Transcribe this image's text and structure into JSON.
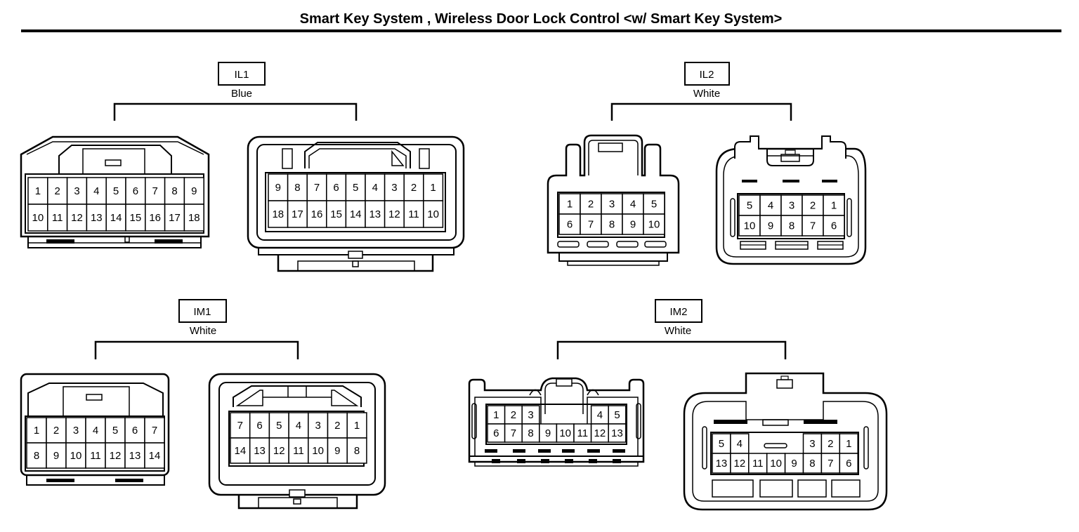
{
  "title": "Smart Key System , Wireless Door Lock Control <w/ Smart Key System>",
  "connectors": [
    {
      "tag": "IL1",
      "color": "Blue",
      "male": {
        "rows": [
          [
            "1",
            "2",
            "3",
            "4",
            "5",
            "6",
            "7",
            "8",
            "9"
          ],
          [
            "10",
            "11",
            "12",
            "13",
            "14",
            "15",
            "16",
            "17",
            "18"
          ]
        ]
      },
      "female": {
        "rows": [
          [
            "9",
            "8",
            "7",
            "6",
            "5",
            "4",
            "3",
            "2",
            "1"
          ],
          [
            "18",
            "17",
            "16",
            "15",
            "14",
            "13",
            "12",
            "11",
            "10"
          ]
        ]
      }
    },
    {
      "tag": "IL2",
      "color": "White",
      "male": {
        "rows": [
          [
            "1",
            "2",
            "3",
            "4",
            "5"
          ],
          [
            "6",
            "7",
            "8",
            "9",
            "10"
          ]
        ]
      },
      "female": {
        "rows": [
          [
            "5",
            "4",
            "3",
            "2",
            "1"
          ],
          [
            "10",
            "9",
            "8",
            "7",
            "6"
          ]
        ]
      }
    },
    {
      "tag": "IM1",
      "color": "White",
      "male": {
        "rows": [
          [
            "1",
            "2",
            "3",
            "4",
            "5",
            "6",
            "7"
          ],
          [
            "8",
            "9",
            "10",
            "11",
            "12",
            "13",
            "14"
          ]
        ]
      },
      "female": {
        "rows": [
          [
            "7",
            "6",
            "5",
            "4",
            "3",
            "2",
            "1"
          ],
          [
            "14",
            "13",
            "12",
            "11",
            "10",
            "9",
            "8"
          ]
        ]
      }
    },
    {
      "tag": "IM2",
      "color": "White",
      "male": {
        "rows": [
          [
            "1",
            "2",
            "3",
            "",
            "",
            "",
            "4",
            "5"
          ],
          [
            "6",
            "7",
            "8",
            "9",
            "10",
            "11",
            "12",
            "13"
          ]
        ]
      },
      "female": {
        "rows": [
          [
            "5",
            "4",
            "",
            "",
            "",
            "3",
            "2",
            "1"
          ],
          [
            "13",
            "12",
            "11",
            "10",
            "9",
            "8",
            "7",
            "6"
          ]
        ]
      }
    }
  ]
}
